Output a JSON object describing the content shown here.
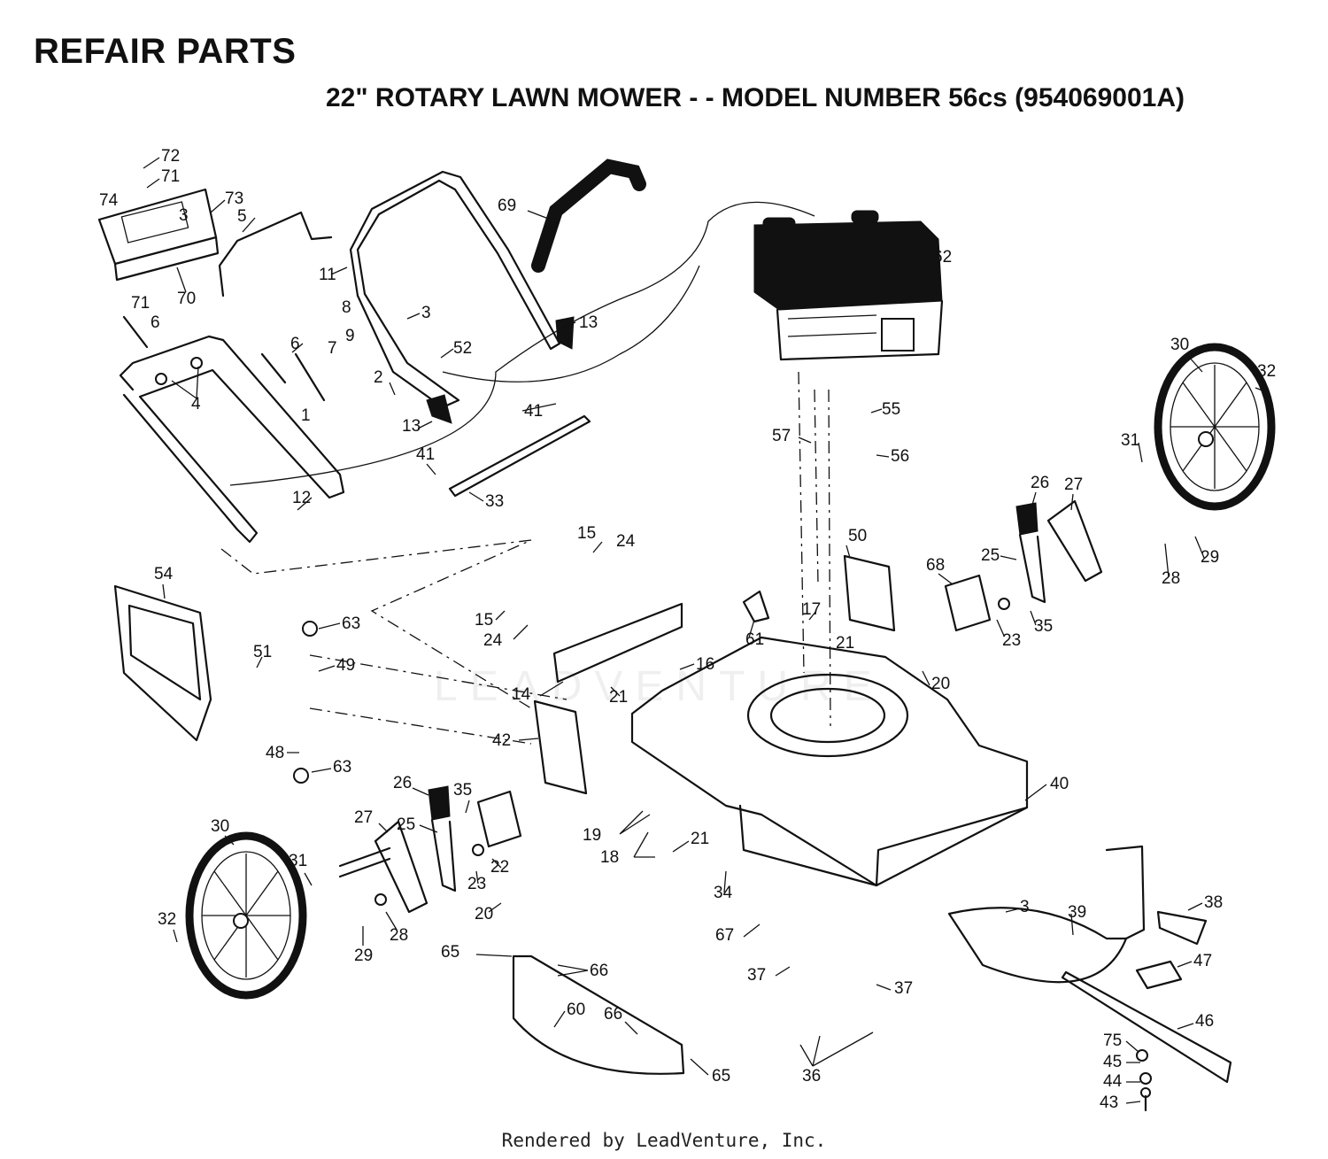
{
  "header": {
    "title": "REFAIR PARTS",
    "subtitle": "22\" ROTARY LAWN MOWER - - MODEL NUMBER 56cs (954069001A)"
  },
  "watermark": "LEADVENTURE",
  "footer": "Rendered by LeadVenture, Inc.",
  "callouts": [
    {
      "id": "c72",
      "text": "72"
    },
    {
      "id": "c71a",
      "text": "71"
    },
    {
      "id": "c74",
      "text": "74"
    },
    {
      "id": "c3a",
      "text": "3"
    },
    {
      "id": "c73",
      "text": "73"
    },
    {
      "id": "c5",
      "text": "5"
    },
    {
      "id": "c70",
      "text": "70"
    },
    {
      "id": "c71b",
      "text": "71"
    },
    {
      "id": "c11",
      "text": "11"
    },
    {
      "id": "c69",
      "text": "69"
    },
    {
      "id": "c62",
      "text": "62"
    },
    {
      "id": "c8",
      "text": "8"
    },
    {
      "id": "c3b",
      "text": "3"
    },
    {
      "id": "c13a",
      "text": "13"
    },
    {
      "id": "c6a",
      "text": "6"
    },
    {
      "id": "c6b",
      "text": "6"
    },
    {
      "id": "c7",
      "text": "7"
    },
    {
      "id": "c9",
      "text": "9"
    },
    {
      "id": "c52",
      "text": "52"
    },
    {
      "id": "c2",
      "text": "2"
    },
    {
      "id": "c13b",
      "text": "13"
    },
    {
      "id": "c4",
      "text": "4"
    },
    {
      "id": "c1",
      "text": "1"
    },
    {
      "id": "c41a",
      "text": "41"
    },
    {
      "id": "c55",
      "text": "55"
    },
    {
      "id": "c57",
      "text": "57"
    },
    {
      "id": "c56",
      "text": "56"
    },
    {
      "id": "c30a",
      "text": "30"
    },
    {
      "id": "c32a",
      "text": "32"
    },
    {
      "id": "c31a",
      "text": "31"
    },
    {
      "id": "c26a",
      "text": "26"
    },
    {
      "id": "c27a",
      "text": "27"
    },
    {
      "id": "c41b",
      "text": "41"
    },
    {
      "id": "c33",
      "text": "33"
    },
    {
      "id": "c12",
      "text": "12"
    },
    {
      "id": "c15a",
      "text": "15"
    },
    {
      "id": "c24a",
      "text": "24"
    },
    {
      "id": "c50",
      "text": "50"
    },
    {
      "id": "c25a",
      "text": "25"
    },
    {
      "id": "c29a",
      "text": "29"
    },
    {
      "id": "c28a",
      "text": "28"
    },
    {
      "id": "c68",
      "text": "68"
    },
    {
      "id": "c54",
      "text": "54"
    },
    {
      "id": "c63a",
      "text": "63"
    },
    {
      "id": "c15b",
      "text": "15"
    },
    {
      "id": "c24b",
      "text": "24"
    },
    {
      "id": "c17",
      "text": "17"
    },
    {
      "id": "c61",
      "text": "61"
    },
    {
      "id": "c21a",
      "text": "21"
    },
    {
      "id": "c23a",
      "text": "23"
    },
    {
      "id": "c35a",
      "text": "35"
    },
    {
      "id": "c51",
      "text": "51"
    },
    {
      "id": "c49",
      "text": "49"
    },
    {
      "id": "c16",
      "text": "16"
    },
    {
      "id": "c20a",
      "text": "20"
    },
    {
      "id": "c14",
      "text": "14"
    },
    {
      "id": "c21b",
      "text": "21"
    },
    {
      "id": "c42",
      "text": "42"
    },
    {
      "id": "c48",
      "text": "48"
    },
    {
      "id": "c63b",
      "text": "63"
    },
    {
      "id": "c26b",
      "text": "26"
    },
    {
      "id": "c35b",
      "text": "35"
    },
    {
      "id": "c40",
      "text": "40"
    },
    {
      "id": "c30b",
      "text": "30"
    },
    {
      "id": "c27b",
      "text": "27"
    },
    {
      "id": "c25b",
      "text": "25"
    },
    {
      "id": "c19",
      "text": "19"
    },
    {
      "id": "c22",
      "text": "22"
    },
    {
      "id": "c21c",
      "text": "21"
    },
    {
      "id": "c18",
      "text": "18"
    },
    {
      "id": "c31b",
      "text": "31"
    },
    {
      "id": "c23b",
      "text": "23"
    },
    {
      "id": "c34",
      "text": "34"
    },
    {
      "id": "c20b",
      "text": "20"
    },
    {
      "id": "c32b",
      "text": "32"
    },
    {
      "id": "c29b",
      "text": "29"
    },
    {
      "id": "c28b",
      "text": "28"
    },
    {
      "id": "c3c",
      "text": "3"
    },
    {
      "id": "c39",
      "text": "39"
    },
    {
      "id": "c38",
      "text": "38"
    },
    {
      "id": "c67",
      "text": "67"
    },
    {
      "id": "c65a",
      "text": "65"
    },
    {
      "id": "c66a",
      "text": "66"
    },
    {
      "id": "c37a",
      "text": "37"
    },
    {
      "id": "c37b",
      "text": "37"
    },
    {
      "id": "c47",
      "text": "47"
    },
    {
      "id": "c60",
      "text": "60"
    },
    {
      "id": "c66b",
      "text": "66"
    },
    {
      "id": "c46",
      "text": "46"
    },
    {
      "id": "c75",
      "text": "75"
    },
    {
      "id": "c45",
      "text": "45"
    },
    {
      "id": "c36",
      "text": "36"
    },
    {
      "id": "c65b",
      "text": "65"
    },
    {
      "id": "c44",
      "text": "44"
    },
    {
      "id": "c43",
      "text": "43"
    }
  ]
}
